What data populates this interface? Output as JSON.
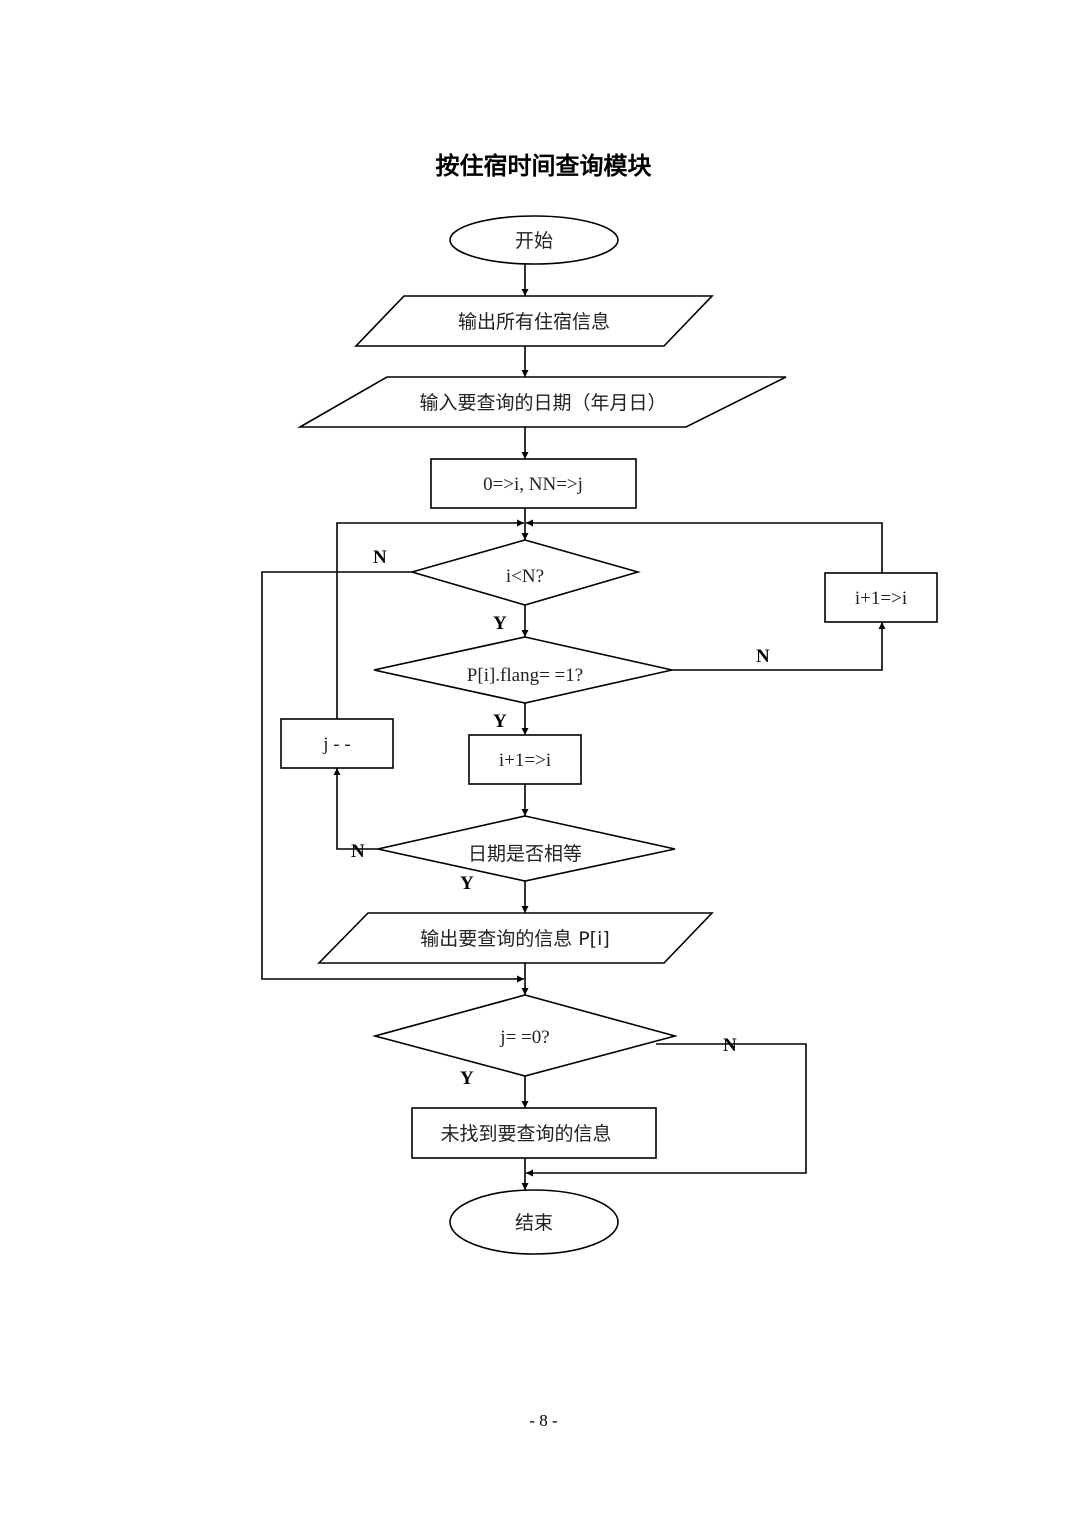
{
  "title": "按住宿时间查询模块",
  "page_number": "- 8 -",
  "nodes": {
    "start": "开始",
    "output_all": "输出所有住宿信息",
    "input_date": "输入要查询的日期（年月日）",
    "init": "0=>i, NN=>j",
    "cond_i_lt_n": "i<N?",
    "incr_right": "i+1=>i",
    "cond_flag": "P[i].flang= =1?",
    "j_decrement": "j - -",
    "incr_mid": "i+1=>i",
    "cond_date_equal": "日期是否相等",
    "output_result": "输出要查询的信息 P[i]",
    "cond_j_zero": "j= =0?",
    "not_found": "未找到要查询的信息",
    "end": "结束"
  },
  "branch_labels": {
    "i_lt_n_no": "N",
    "i_lt_n_yes": "Y",
    "flag_no": "N",
    "flag_yes": "Y",
    "date_no": "N",
    "date_yes": "Y",
    "j_zero_no": "N",
    "j_zero_yes": "Y"
  }
}
